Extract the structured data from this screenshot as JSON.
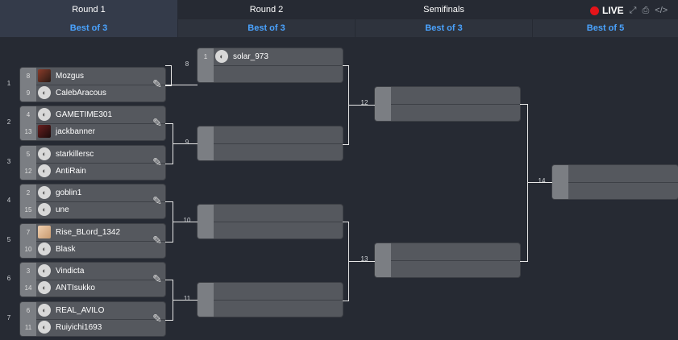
{
  "header": {
    "columns": [
      {
        "title": "Round 1",
        "bestof": "Best of 3"
      },
      {
        "title": "Round 2",
        "bestof": "Best of 3"
      },
      {
        "title": "Semifinals",
        "bestof": "Best of 3"
      },
      {
        "title": "",
        "bestof": "Best of 5"
      }
    ],
    "live_label": "LIVE",
    "icons": [
      "expand-icon",
      "print-icon",
      "embed-icon"
    ]
  },
  "round1": [
    {
      "num": "1",
      "p1": {
        "seed": "8",
        "name": "Mozgus"
      },
      "p2": {
        "seed": "9",
        "name": "CalebAracous"
      }
    },
    {
      "num": "2",
      "p1": {
        "seed": "4",
        "name": "GAMETIME301"
      },
      "p2": {
        "seed": "13",
        "name": "jackbanner"
      }
    },
    {
      "num": "3",
      "p1": {
        "seed": "5",
        "name": "starkillersc"
      },
      "p2": {
        "seed": "12",
        "name": "AntiRain"
      }
    },
    {
      "num": "4",
      "p1": {
        "seed": "2",
        "name": "goblin1"
      },
      "p2": {
        "seed": "15",
        "name": "une"
      }
    },
    {
      "num": "5",
      "p1": {
        "seed": "7",
        "name": "Rise_BLord_1342"
      },
      "p2": {
        "seed": "10",
        "name": "Blask"
      }
    },
    {
      "num": "6",
      "p1": {
        "seed": "3",
        "name": "Vindicta"
      },
      "p2": {
        "seed": "14",
        "name": "ANTIsukko"
      }
    },
    {
      "num": "7",
      "p1": {
        "seed": "6",
        "name": "REAL_AVILO"
      },
      "p2": {
        "seed": "11",
        "name": "Ruiyichi1693"
      }
    }
  ],
  "round2": [
    {
      "num": "8",
      "p1": {
        "seed": "1",
        "name": "solar_973"
      }
    },
    {
      "num": "9"
    },
    {
      "num": "10"
    },
    {
      "num": "11"
    }
  ],
  "semis": [
    {
      "num": "12"
    },
    {
      "num": "13"
    }
  ],
  "final": [
    {
      "num": "14"
    }
  ]
}
